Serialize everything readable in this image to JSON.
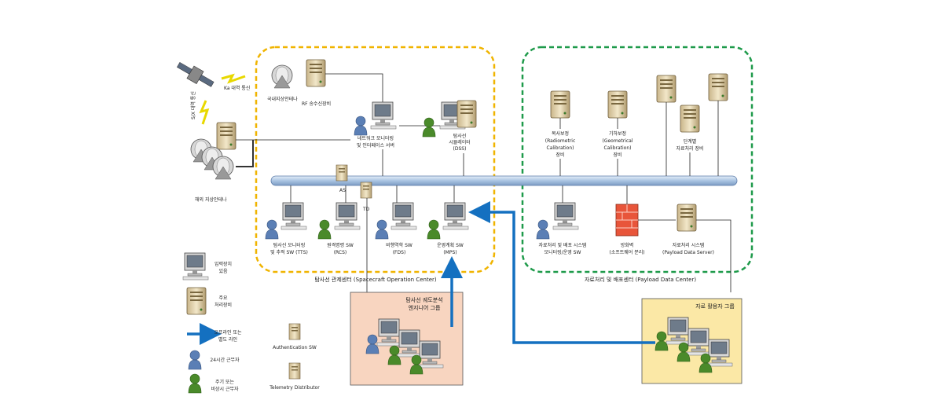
{
  "zones": {
    "soc_label": "탐사선 관제센터 (Spacecraft Operation Center)",
    "pdc_label": "자료처리 및 배포센터 (Payload Data Center)",
    "analysis_group_label_1": "탐사선 궤도분석",
    "analysis_group_label_2": "엔지니어 그룹",
    "users_group_label": "자료 활용자 그룹"
  },
  "nodes": {
    "ttc": "S/X 대역 통신",
    "ka_link": "Ka 대역 통신",
    "sx_link": "S/X 대역 통신",
    "ka_antenna": "국내지상안테나",
    "rf_equipment": "RF 송수신장비",
    "overseas_antenna": "해외 지상안테나",
    "network_monitor_1": "네트워크 모니터링",
    "network_monitor_2": "및 인터페이스 서버",
    "simulator_1": "탐사선",
    "simulator_2": "시뮬레이터",
    "simulator_3": "(DSS)",
    "as_label": "AS",
    "td_label": "TD",
    "tts_1": "탐사선 모니터링",
    "tts_2": "및 추적 SW (TTS)",
    "rcs_1": "원격명령 SW",
    "rcs_2": "(RCS)",
    "fds_1": "비행역학 SW",
    "fds_2": "(FDS)",
    "mps_1": "운영계획 SW",
    "mps_2": "(MPS)",
    "rad_cal_1": "복사보정",
    "rad_cal_2": "(Radiometric",
    "rad_cal_3": "Calibration)",
    "rad_cal_4": "장비",
    "geo_cal_1": "기하보정",
    "geo_cal_2": "(Geometrical",
    "geo_cal_3": "Calibration)",
    "geo_cal_4": "장비",
    "level_proc_1": "단계별",
    "level_proc_2": "자료처리 장비",
    "pdc_monitor_1": "자료처리 및 배포 시스템",
    "pdc_monitor_2": "모니터링/운영 SW",
    "firewall_1": "방화벽",
    "firewall_2": "(소프트웨어 분리)",
    "pds_1": "자료처리 시스템",
    "pds_2": "(Payload Data Server)"
  },
  "legend": {
    "workstation_1": "입력장치",
    "workstation_2": "있음",
    "server_1": "주요",
    "server_2": "처리장비",
    "link_1": "오프라인 또는",
    "link_2": "별도 라인",
    "operator_24h": "24시간 근무자",
    "operator_part_1": "주기 또는",
    "operator_part_2": "비상시 근무자",
    "auth_sw": "Authentication SW",
    "telemetry_dist": "Telemetry Distributor"
  },
  "colors": {
    "soc_border": "#f0b400",
    "pdc_border": "#1e9a4a",
    "analysis_fill": "#f8d5c0",
    "users_fill": "#fbe8a6",
    "link_blue": "#1470c0",
    "bus": "#b7cde6",
    "operator_blue": "#5b7fb5",
    "operator_green": "#4a8a2a"
  }
}
